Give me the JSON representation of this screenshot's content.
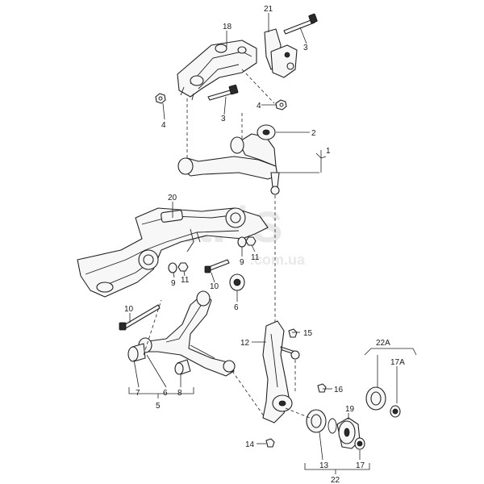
{
  "watermark": {
    "brand": "parts",
    "domain": ".com.ua"
  },
  "callouts": [
    "21",
    "18",
    "3",
    "4",
    "3",
    "4",
    "2",
    "1",
    "20",
    "9",
    "11",
    "9",
    "11",
    "10",
    "6",
    "10",
    "12",
    "15",
    "22A",
    "17A",
    "16",
    "19",
    "7",
    "6",
    "8",
    "5",
    "14",
    "13",
    "17",
    "22"
  ]
}
